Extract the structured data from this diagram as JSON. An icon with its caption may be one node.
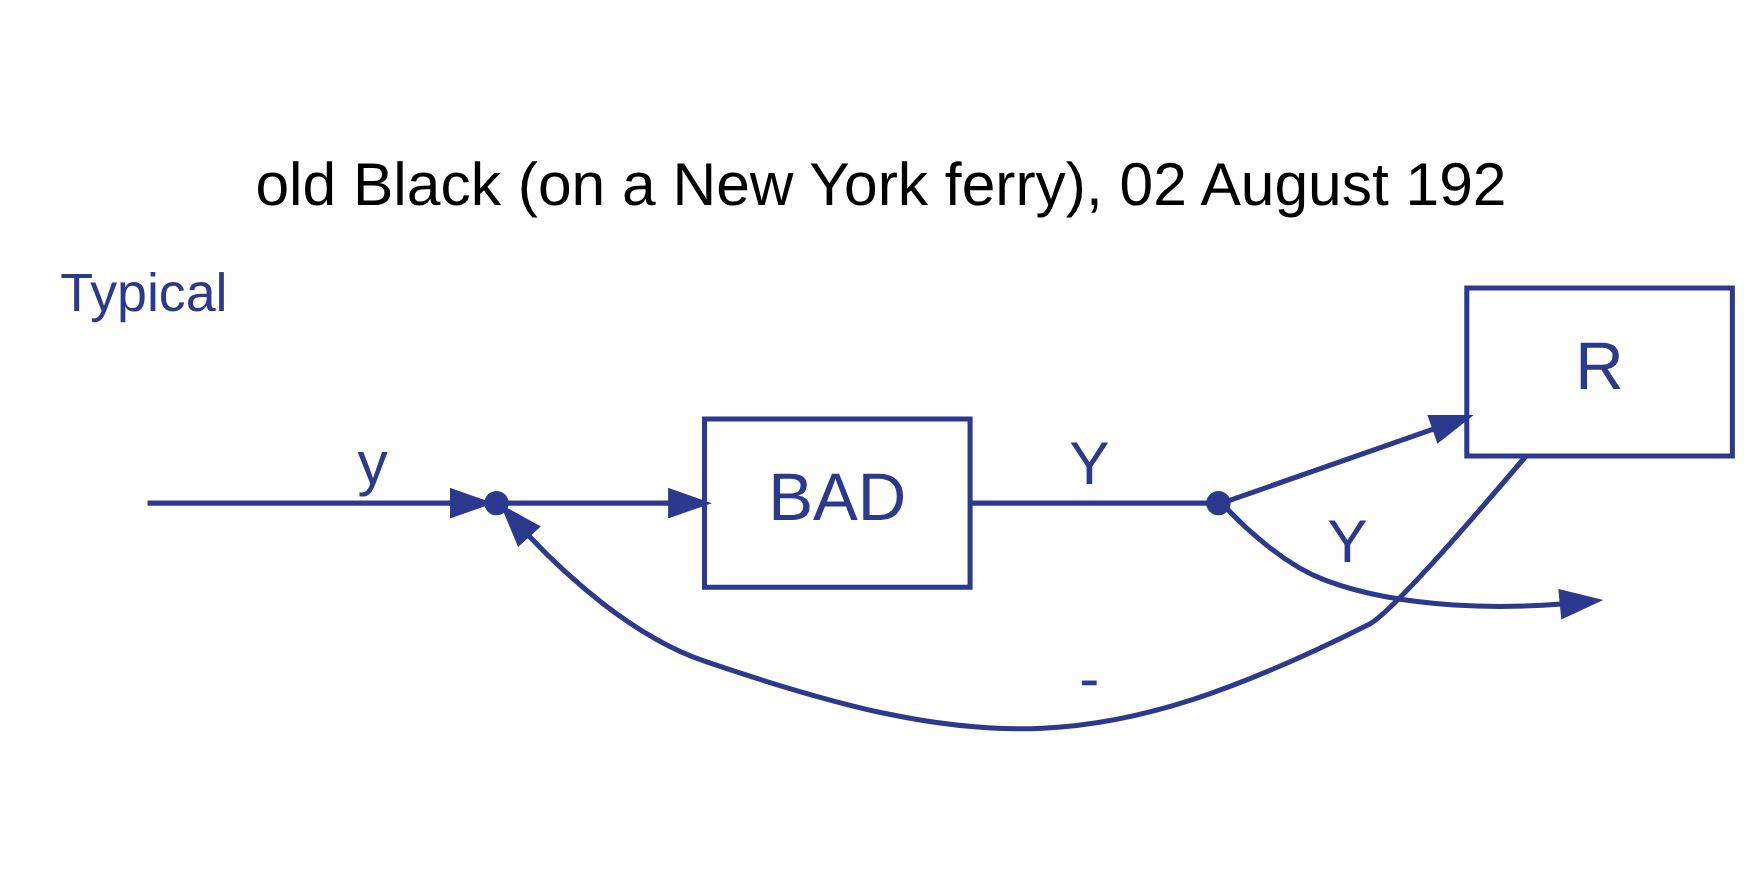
{
  "diagram": {
    "title": "old Black (on a New York ferry), 02 August 192",
    "nodes": [
      {
        "text": [],
        "shape": "point"
      },
      {
        "text": [
          "BAD"
        ]
      },
      {
        "text": [],
        "shape": "point"
      },
      {
        "text": [
          "R"
        ]
      }
    ],
    "edges": [
      {
        "from": null,
        "to": 0,
        "arrow": "to",
        "label": "y"
      },
      {
        "from": 0,
        "to": 1,
        "arrow": "to"
      },
      {
        "from": 1,
        "to": 2,
        "arrow": "none",
        "label": "Y"
      },
      {
        "from": 2,
        "to": 3,
        "arrow": "to"
      },
      {
        "from": 2,
        "to": null,
        "arrow": "to",
        "label": "Y"
      },
      {
        "from": 3,
        "to": 0,
        "arrow": "to",
        "label": "-"
      }
    ],
    "labels": [
      "Typical"
    ]
  }
}
